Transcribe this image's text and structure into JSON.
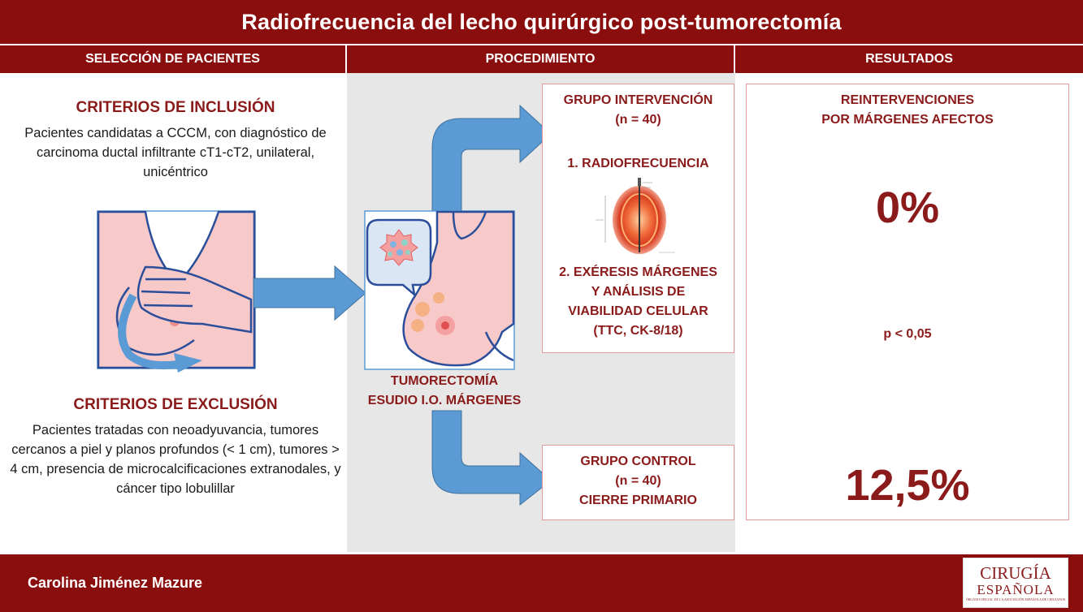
{
  "title": "Radiofrecuencia del lecho quirúrgico post-tumorectomía",
  "columns": [
    "SELECCIÓN DE PACIENTES",
    "PROCEDIMIENTO",
    "RESULTADOS"
  ],
  "inclusion": {
    "title": "CRITERIOS DE INCLUSIÓN",
    "text": "Pacientes candidatas a CCCM, con diagnóstico de carcinoma ductal infiltrante cT1-cT2, unilateral, unicéntrico"
  },
  "exclusion": {
    "title": "CRITERIOS DE EXCLUSIÓN",
    "text": "Pacientes tratadas con neoadyuvancia, tumores cercanos a piel y planos profundos (< 1 cm), tumores > 4 cm, presencia de microcalcificaciones extranodales, y cáncer tipo lobulillar"
  },
  "procedure": {
    "tumor_label_1": "TUMORECTOMÍA",
    "tumor_label_2": "ESUDIO I.O. MÁRGENES"
  },
  "intervention_group": {
    "title_1": "GRUPO INTERVENCIÓN",
    "title_2": "(n = 40)",
    "step1": "1. RADIOFRECUENCIA",
    "step2_l1": "2. EXÉRESIS MÁRGENES",
    "step2_l2": "Y ANÁLISIS DE",
    "step2_l3": "VIABILIDAD CELULAR",
    "step2_l4": "(TTC, CK-8/18)"
  },
  "control_group": {
    "title_1": "GRUPO CONTROL",
    "title_2": "(n = 40)",
    "title_3": "CIERRE PRIMARIO"
  },
  "results": {
    "header_1": "REINTERVENCIONES",
    "header_2": "POR MÁRGENES AFECTOS",
    "intervention_value": "0%",
    "p_value": "p < 0,05",
    "control_value": "12,5%"
  },
  "footer": {
    "author": "Carolina Jiménez Mazure",
    "logo_line1": "CIRUGÍA",
    "logo_line2": "ESPAÑOLA",
    "logo_line3": "ÓRGANO OFICIAL DE LA ASOCIACIÓN ESPAÑOLA DE CIRUJANOS"
  },
  "colors": {
    "brand_red": "#8b0e0e",
    "heading_red": "#8b1a1a",
    "arrow_blue": "#5b9bd5",
    "panel_grey": "#e7e7e7",
    "skin_pink": "#f8c9c9"
  },
  "icons": [
    "breast-self-exam-icon",
    "tumorectomy-breast-icon",
    "radiofrequency-ablation-image"
  ]
}
